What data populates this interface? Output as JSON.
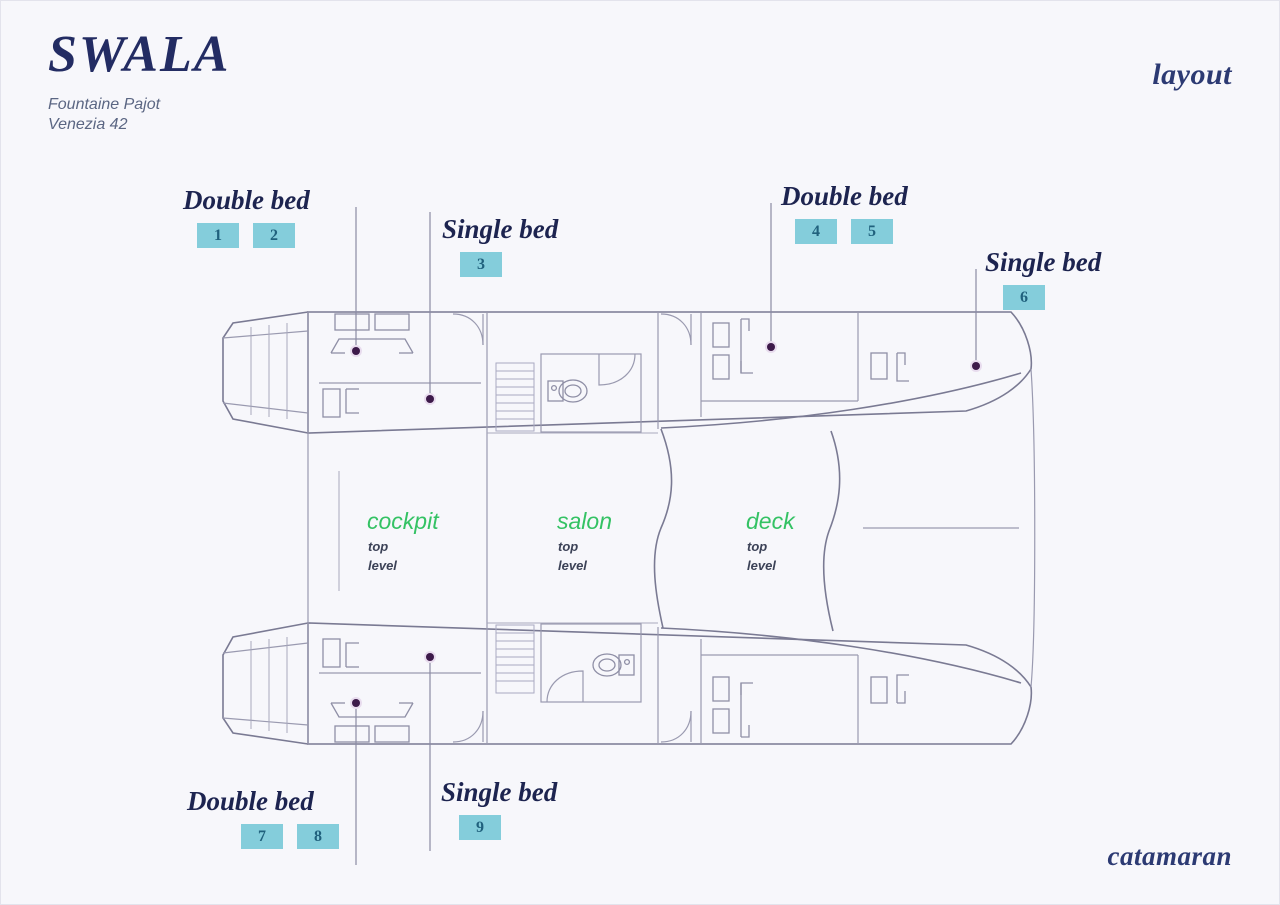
{
  "header": {
    "boat_name": "SWALA",
    "builder": "Fountaine Pajot",
    "model": "Venezia 42",
    "corner_top_right": "layout",
    "corner_bottom_right": "catamaran"
  },
  "colors": {
    "background": "#f7f7fb",
    "title_navy": "#232c63",
    "subtitle_blue_gray": "#5b6683",
    "badge_fill": "#84cddb",
    "badge_text": "#20617d",
    "room_green": "#34c264",
    "hull_line": "#7a7a93",
    "leader_dot": "#3d1a4a"
  },
  "callouts": [
    {
      "id": "double-bed-top-left",
      "label": "Double bed",
      "badges": [
        "1",
        "2"
      ],
      "position": "top-left"
    },
    {
      "id": "single-bed-top-left",
      "label": "Single bed",
      "badges": [
        "3"
      ],
      "position": "top-center-left"
    },
    {
      "id": "double-bed-top-right",
      "label": "Double bed",
      "badges": [
        "4",
        "5"
      ],
      "position": "top-center-right"
    },
    {
      "id": "single-bed-top-right",
      "label": "Single bed",
      "badges": [
        "6"
      ],
      "position": "top-right"
    },
    {
      "id": "double-bed-bottom-left",
      "label": "Double bed",
      "badges": [
        "7",
        "8"
      ],
      "position": "bottom-left"
    },
    {
      "id": "single-bed-bottom-left",
      "label": "Single bed",
      "badges": [
        "9"
      ],
      "position": "bottom-center-left"
    }
  ],
  "rooms": [
    {
      "id": "cockpit",
      "name": "cockpit",
      "line1": "top",
      "line2": "level"
    },
    {
      "id": "salon",
      "name": "salon",
      "line1": "top",
      "line2": "level"
    },
    {
      "id": "deck",
      "name": "deck",
      "line1": "top",
      "line2": "level"
    }
  ],
  "plan": {
    "view": "top-down deck plan of a catamaran with two hulls",
    "hulls": [
      "port hull (upper)",
      "starboard hull (lower)"
    ],
    "features": [
      "aft transom steps",
      "double berth cabins aft",
      "heads with toilet and sink amidships",
      "companionway stairs",
      "single berth cabins forward",
      "forward bow sections"
    ]
  }
}
